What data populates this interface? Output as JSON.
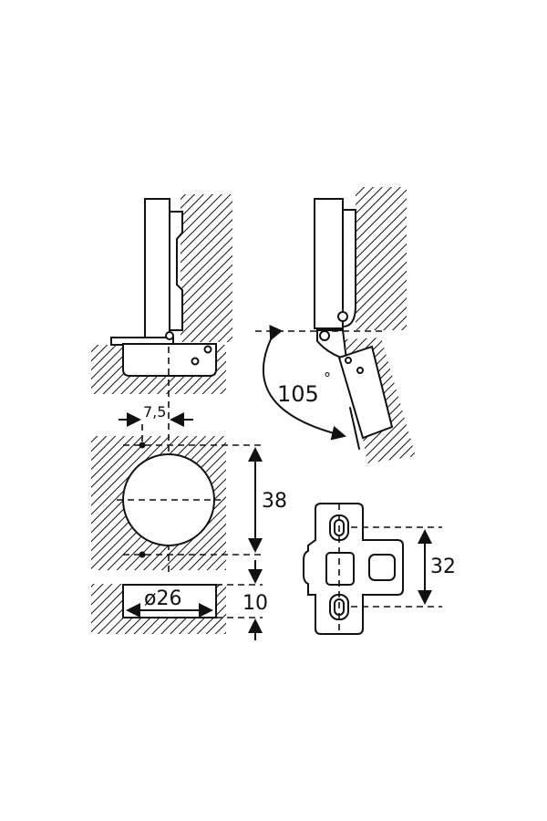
{
  "dimensions": {
    "offset": "7,5",
    "angle": "105",
    "angle_unit": "°",
    "cup_distance": "38",
    "cup_diameter": "ø26",
    "cup_depth": "10",
    "plate_hole_spacing": "32"
  },
  "colors": {
    "line": "#111111",
    "background": "#ffffff"
  }
}
